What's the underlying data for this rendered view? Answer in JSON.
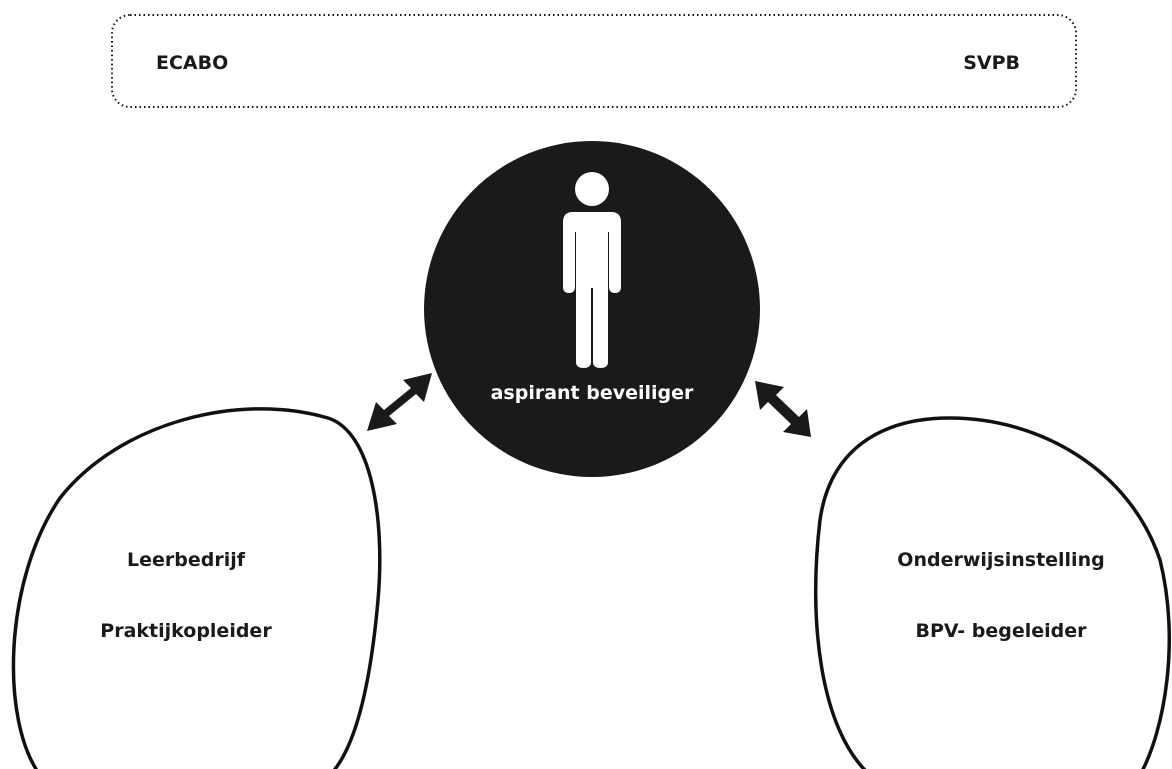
{
  "header": {
    "left_label": "ECABO",
    "right_label": "SVPB"
  },
  "center": {
    "label": "aspirant beveiliger",
    "icon": "person-icon"
  },
  "left_node": {
    "line1": "Leerbedrijf",
    "line2": "Praktijkopleider"
  },
  "right_node": {
    "line1": "Onderwijsinstelling",
    "line2": "BPV- begeleider"
  },
  "connectors": {
    "type": "double-headed-arrow",
    "count": 2
  },
  "colors": {
    "stroke": "#111111",
    "center_fill": "#1a1a1a",
    "center_text": "#ffffff",
    "background": "#ffffff"
  }
}
